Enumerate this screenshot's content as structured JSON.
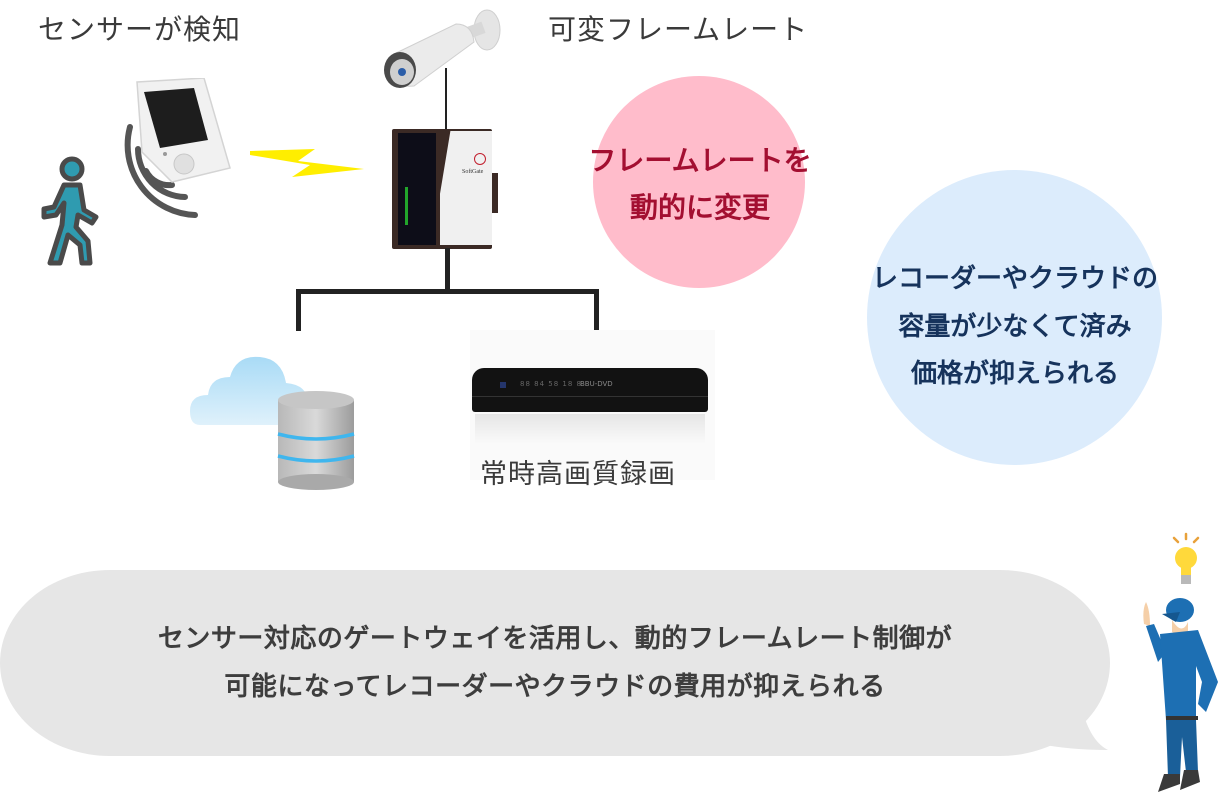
{
  "labels": {
    "sensor_detect": "センサーが検知",
    "variable_framerate": "可変フレームレート",
    "always_hq_recording": "常時高画質録画"
  },
  "pink_circle": {
    "line1": "フレームレートを",
    "line2": "動的に変更",
    "fill_color": "#ffbccb",
    "text_color": "#a30f31"
  },
  "blue_circle": {
    "line1": "レコーダーやクラウドの",
    "line2": "容量が少なくて済み",
    "line3": "価格が抑えられる",
    "fill_color": "#dcecfc",
    "text_color": "#16335c"
  },
  "speech_bubble": {
    "line1": "センサー対応のゲートウェイを活用し、動的フレームレート制御が",
    "line2": "可能になってレコーダーやクラウドの費用が抑えられる",
    "fill_color": "#e6e6e6"
  },
  "device_labels": {
    "recorder_display": "88 84 58 18 8",
    "recorder_brand": "BBU-DVD",
    "gateway_name": "SoftGate"
  },
  "colors": {
    "person_icon": "#2f9bb0",
    "lightning": "#ffee00",
    "worker_uniform": "#1d6fb3",
    "lightbulb": "#ffd93b"
  }
}
